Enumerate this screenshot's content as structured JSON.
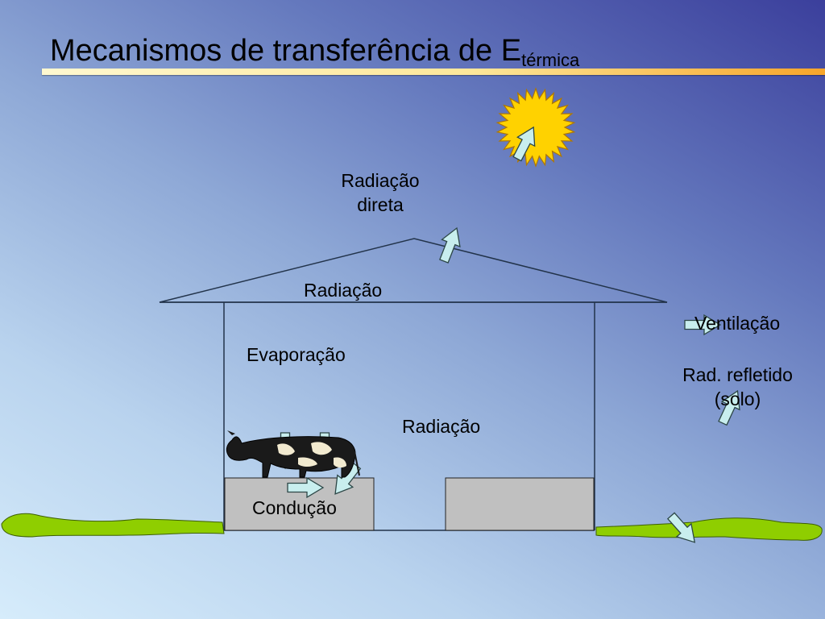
{
  "title": {
    "main": "Mecanismos de transferência de E",
    "sub": "térmica"
  },
  "labels": {
    "radiacao_direta_1": "Radiação",
    "radiacao_direta_2": "direta",
    "radiacao_telhado": "Radiação",
    "ventilacao": "Ventilação",
    "evaporacao": "Evaporação",
    "rad_refletido_1": "Rad. refletido",
    "rad_refletido_2": "(solo)",
    "radiacao_animal": "Radiação",
    "conducao": "Condução"
  },
  "colors": {
    "arrow_fill": "#c8eeee",
    "sun": "#ffd200",
    "ground": "#8fce00",
    "platform": "#c0c0c0"
  },
  "icons": [
    "sun-icon",
    "cow-icon"
  ]
}
